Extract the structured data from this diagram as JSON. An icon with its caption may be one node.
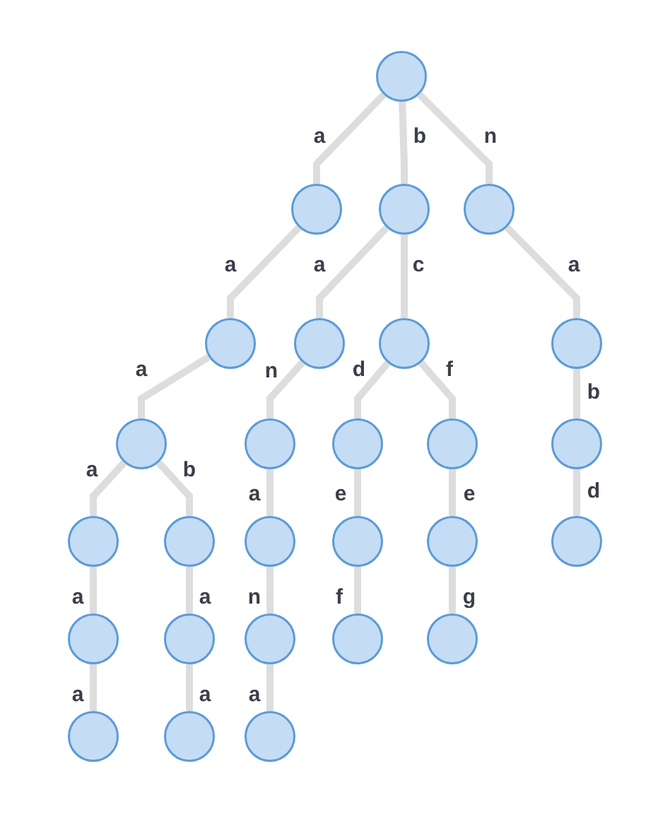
{
  "diagram": {
    "nodes": [
      {
        "text": [],
        "shape": "circle"
      },
      {
        "text": [],
        "shape": "circle"
      },
      {
        "text": [],
        "shape": "circle"
      },
      {
        "text": [],
        "shape": "circle"
      },
      {
        "text": [],
        "shape": "circle"
      },
      {
        "text": [],
        "shape": "circle"
      },
      {
        "text": [],
        "shape": "circle"
      },
      {
        "text": [],
        "shape": "circle"
      },
      {
        "text": [],
        "shape": "circle"
      },
      {
        "text": [],
        "shape": "circle"
      },
      {
        "text": [],
        "shape": "circle"
      },
      {
        "text": [],
        "shape": "circle"
      },
      {
        "text": [],
        "shape": "circle"
      },
      {
        "text": [],
        "shape": "circle"
      },
      {
        "text": [],
        "shape": "circle"
      },
      {
        "text": [],
        "shape": "circle"
      },
      {
        "text": [],
        "shape": "circle"
      },
      {
        "text": [],
        "shape": "circle"
      },
      {
        "text": [],
        "shape": "circle"
      },
      {
        "text": [],
        "shape": "circle"
      },
      {
        "text": [],
        "shape": "circle"
      },
      {
        "text": [],
        "shape": "circle"
      },
      {
        "text": [],
        "shape": "circle"
      },
      {
        "text": [],
        "shape": "circle"
      },
      {
        "text": [],
        "shape": "circle"
      },
      {
        "text": [],
        "shape": "circle"
      },
      {
        "text": [],
        "shape": "circle"
      }
    ],
    "edges": [
      {
        "from": 0,
        "to": 1,
        "arrow": "none",
        "label": "a"
      },
      {
        "from": 0,
        "to": 2,
        "arrow": "none",
        "label": "b"
      },
      {
        "from": 0,
        "to": 3,
        "arrow": "none",
        "label": "n"
      },
      {
        "from": 1,
        "to": 4,
        "arrow": "none",
        "label": "a"
      },
      {
        "from": 2,
        "to": 5,
        "arrow": "none",
        "label": "a"
      },
      {
        "from": 2,
        "to": 6,
        "arrow": "none",
        "label": "c"
      },
      {
        "from": 3,
        "to": 7,
        "arrow": "none",
        "label": "a"
      },
      {
        "from": 4,
        "to": 8,
        "arrow": "none",
        "label": "a"
      },
      {
        "from": 5,
        "to": 9,
        "arrow": "none",
        "label": "n"
      },
      {
        "from": 6,
        "to": 10,
        "arrow": "none",
        "label": "d"
      },
      {
        "from": 6,
        "to": 11,
        "arrow": "none",
        "label": "f"
      },
      {
        "from": 7,
        "to": 12,
        "arrow": "none",
        "label": "b"
      },
      {
        "from": 8,
        "to": 13,
        "arrow": "none",
        "label": "a"
      },
      {
        "from": 8,
        "to": 14,
        "arrow": "none",
        "label": "b"
      },
      {
        "from": 9,
        "to": 15,
        "arrow": "none",
        "label": "a"
      },
      {
        "from": 10,
        "to": 16,
        "arrow": "none",
        "label": "e"
      },
      {
        "from": 11,
        "to": 17,
        "arrow": "none",
        "label": "e"
      },
      {
        "from": 12,
        "to": 18,
        "arrow": "none",
        "label": "d"
      },
      {
        "from": 13,
        "to": 19,
        "arrow": "none",
        "label": "a"
      },
      {
        "from": 14,
        "to": 20,
        "arrow": "none",
        "label": "a"
      },
      {
        "from": 15,
        "to": 21,
        "arrow": "none",
        "label": "n"
      },
      {
        "from": 16,
        "to": 22,
        "arrow": "none",
        "label": "f"
      },
      {
        "from": 17,
        "to": 23,
        "arrow": "none",
        "label": "g"
      },
      {
        "from": 19,
        "to": 24,
        "arrow": "none",
        "label": "a"
      },
      {
        "from": 20,
        "to": 25,
        "arrow": "none",
        "label": "a"
      },
      {
        "from": 21,
        "to": 26,
        "arrow": "none",
        "label": "a"
      }
    ]
  }
}
